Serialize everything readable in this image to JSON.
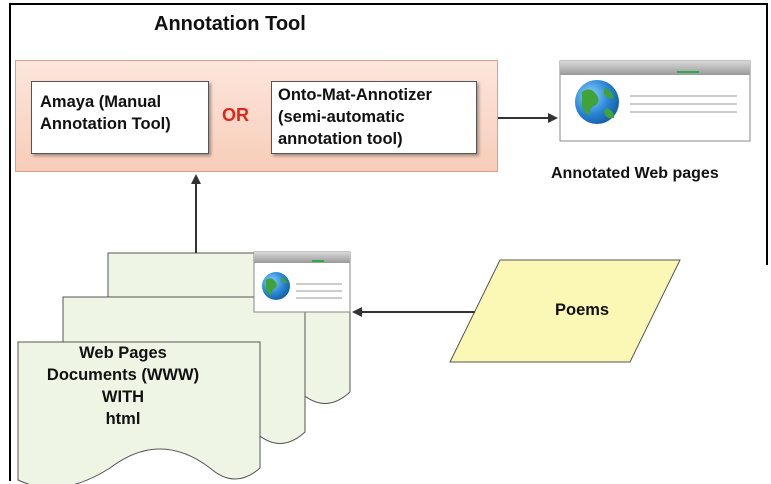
{
  "diagram": {
    "title": "Annotation Tool",
    "amaya_box": {
      "line1": "Amaya (Manual",
      "line2": "Annotation Tool)"
    },
    "or_label": "OR",
    "onto_box": {
      "line1": "Onto-Mat-Annotizer",
      "line2": "(semi-automatic",
      "line3": "annotation tool)"
    },
    "annotated_label": "Annotated Web pages",
    "documents": {
      "line1": "Web Pages",
      "line2": "Documents (WWW)",
      "line3": "WITH",
      "line4": "html"
    },
    "poems_label": "Poems"
  },
  "colors": {
    "tool_panel_fill": "#f9d9ca",
    "or_text": "#e1261c",
    "poems_fill": "#fbf7b5",
    "document_fill": "#eef5e4",
    "browser_accent": "#2fa84a"
  },
  "icons": [
    "browser-globe-icon",
    "browser-globe-icon"
  ]
}
